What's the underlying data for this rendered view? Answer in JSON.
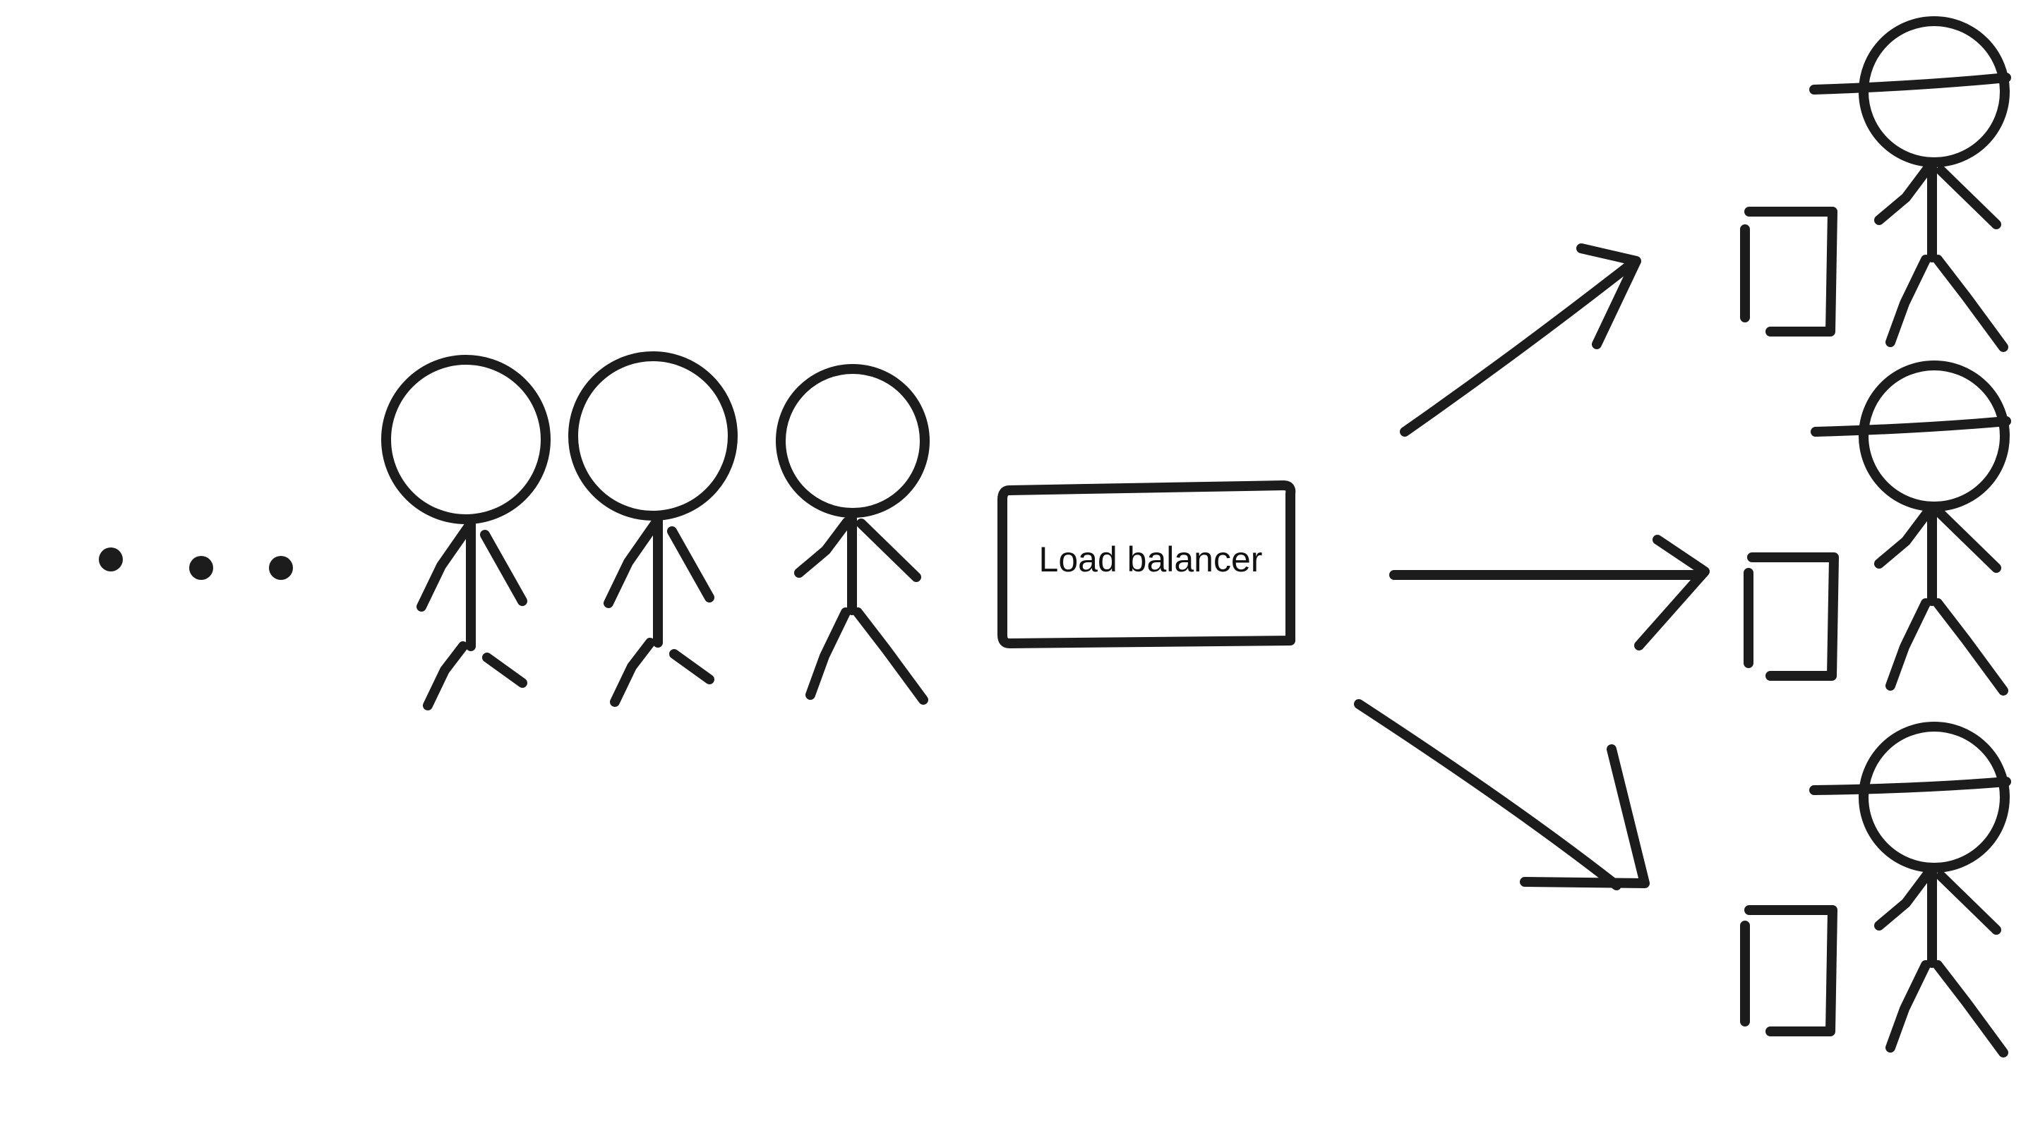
{
  "diagram": {
    "load_balancer": {
      "label": "Load balancer"
    },
    "queue": {
      "ellipsis_dots": 3,
      "client_count": 3
    },
    "workers": {
      "count": 3
    },
    "routes": [
      "up",
      "straight",
      "down"
    ],
    "ink_color": "#1c1c1c"
  }
}
